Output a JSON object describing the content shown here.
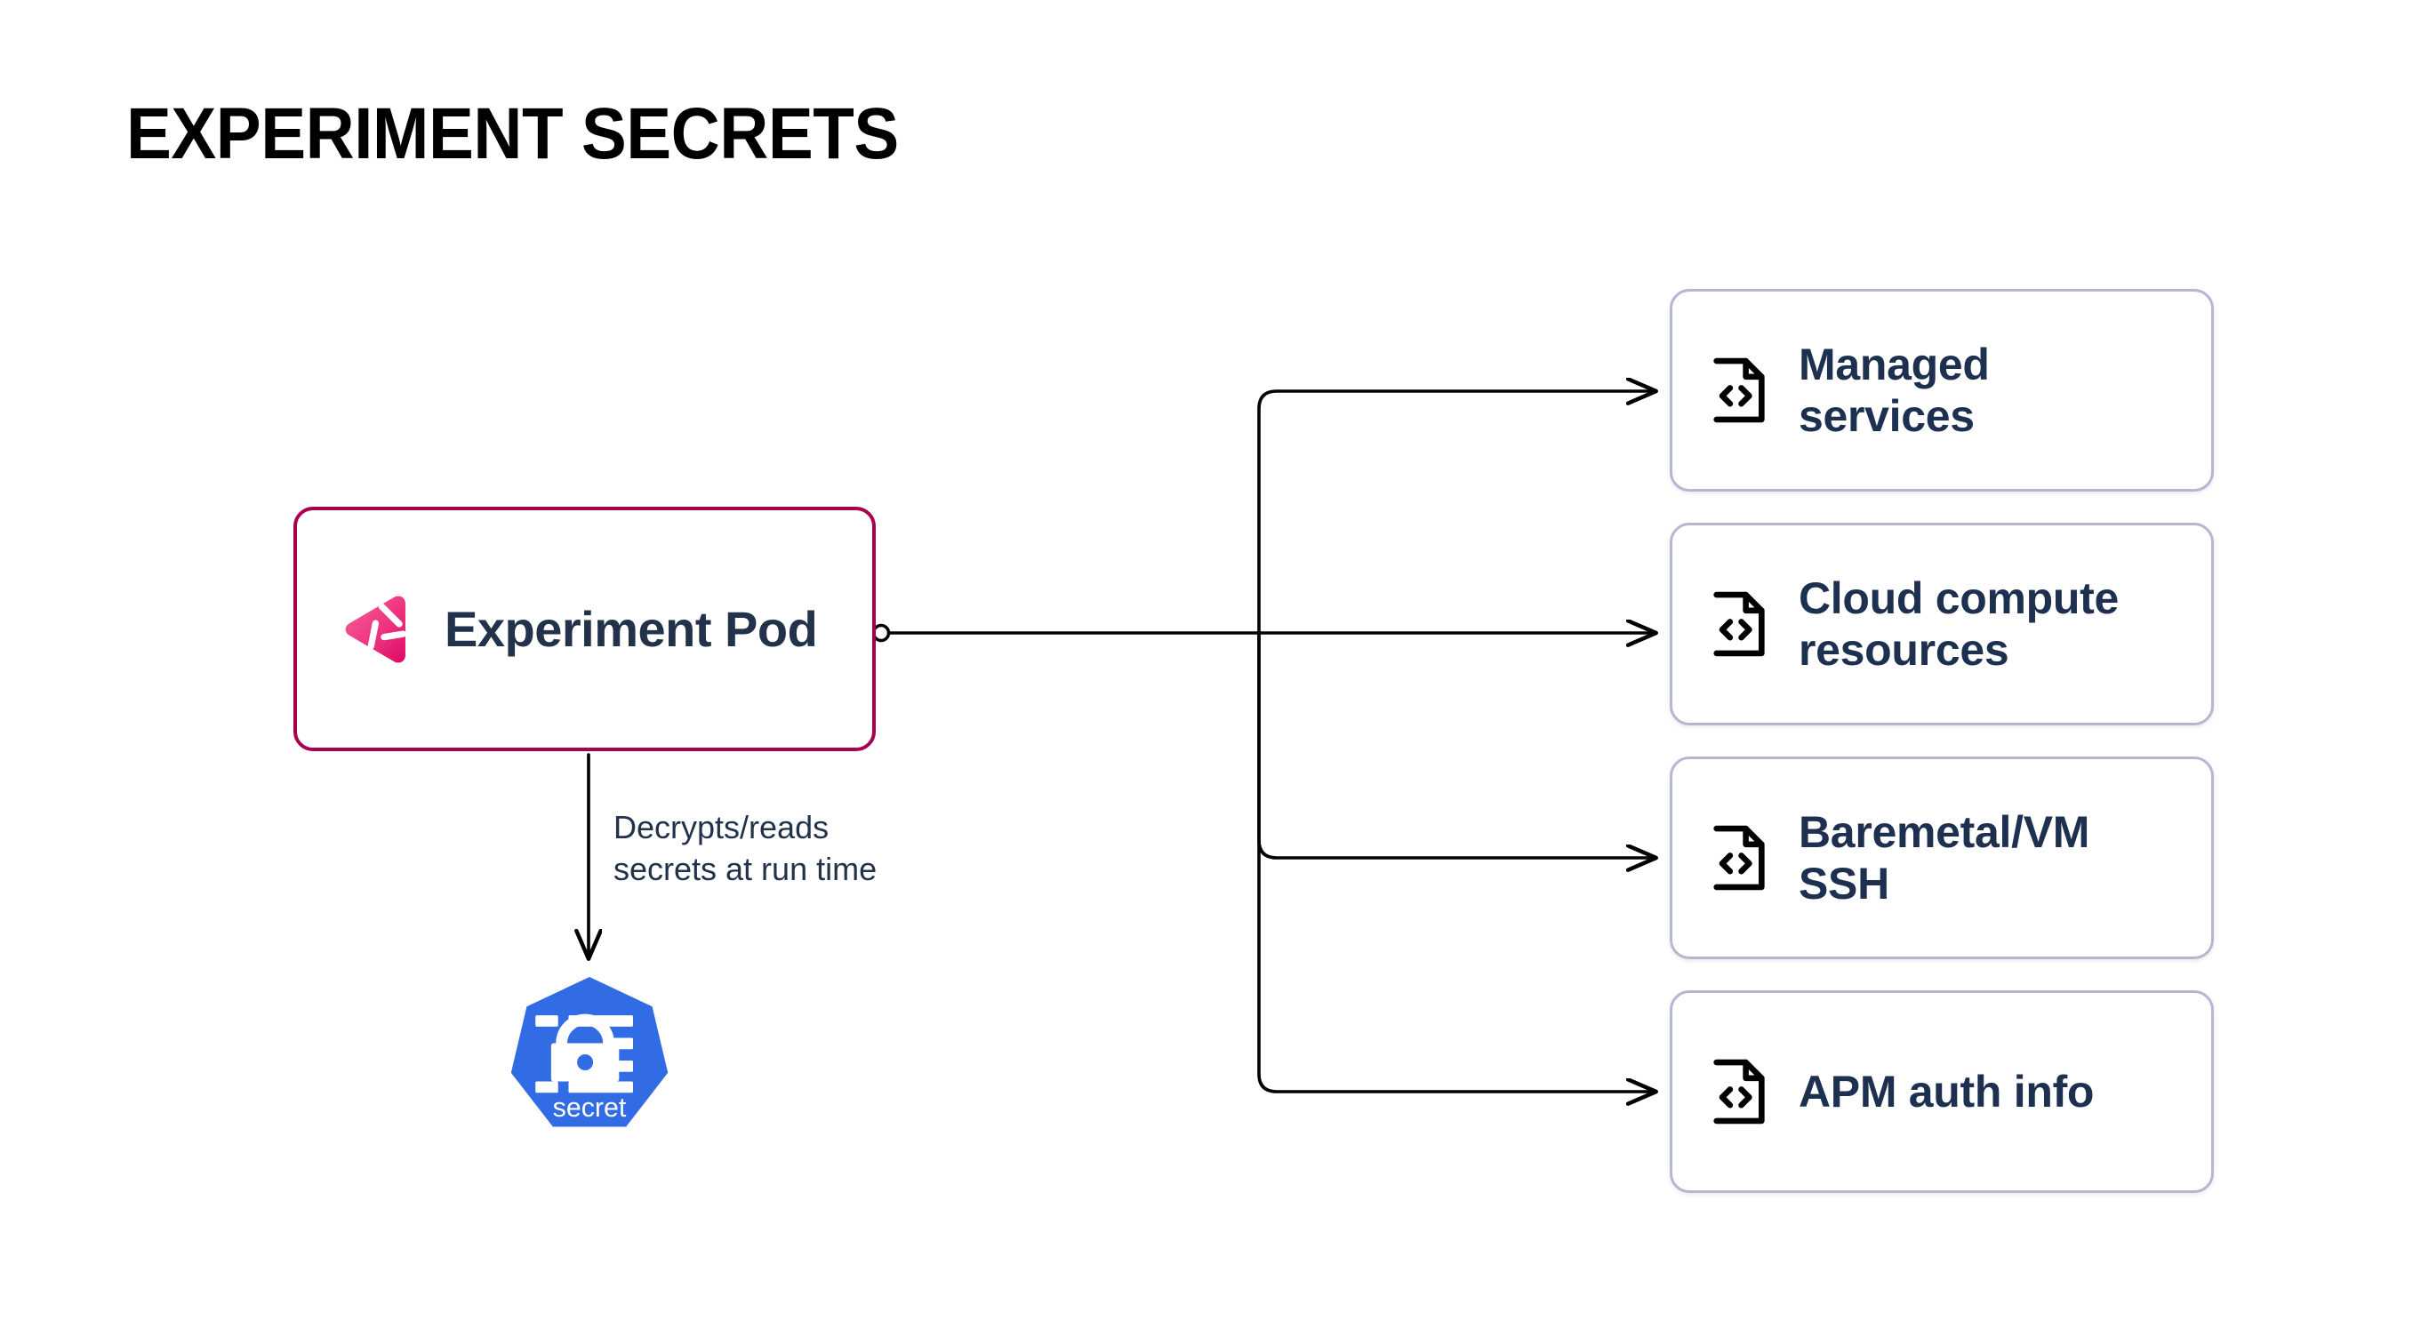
{
  "page": {
    "title": "EXPERIMENT SECRETS",
    "background_color": "#FFFFFF"
  },
  "colors": {
    "title_text": "#000000",
    "pod_border": "#A80050",
    "pod_logo_light": "#F4538F",
    "pod_logo_dark": "#E0136A",
    "node_text": "#22324B",
    "card_border": "#B4B7D0",
    "card_text": "#1E3050",
    "card_icon": "#000000",
    "connector": "#000000",
    "secret_blue": "#326CE5",
    "secret_text": "#FFFFFF"
  },
  "source_node": {
    "label": "Experiment Pod",
    "logo_name": "gremlin-logo",
    "border_color": "#A80050"
  },
  "secret_node": {
    "label": "secret",
    "icon_name": "kubernetes-secret-icon",
    "shape": "heptagon",
    "fill_color": "#326CE5"
  },
  "edges": {
    "to_secret_label": "Decrypts/reads\nsecrets at run time"
  },
  "targets": {
    "icon_name": "code-file-icon",
    "items": [
      {
        "label": "Managed\nservices"
      },
      {
        "label": "Cloud compute\nresources"
      },
      {
        "label": "Baremetal/VM\nSSH"
      },
      {
        "label": "APM auth info"
      }
    ]
  }
}
